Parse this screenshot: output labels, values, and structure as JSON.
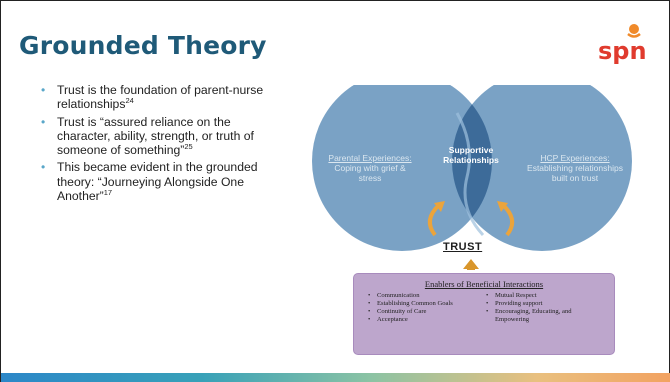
{
  "slide": {
    "title": "Grounded Theory",
    "logo_text": "spn",
    "bullets": [
      {
        "text": "Trust is the foundation of parent-nurse relationships",
        "sup": "24"
      },
      {
        "text": "Trust is “assured reliance on the character, ability, strength, or truth of someone of something”",
        "sup": "25"
      },
      {
        "text": "This became evident in the grounded theory: “Journeying Alongside One Another”",
        "sup": "17"
      }
    ]
  },
  "diagram": {
    "left_circle": {
      "title": "Parental Experiences:",
      "body": "Coping with grief & stress"
    },
    "center": {
      "title": "Supportive Relationships"
    },
    "right_circle": {
      "title": "HCP Experiences:",
      "body": "Establishing relationships built on trust"
    },
    "trust_label": "TRUST",
    "enablers": {
      "title": "Enablers of Beneficial Interactions",
      "left_items": [
        "Communication",
        "Establishing Common Goals",
        "Continuity of Care",
        "Acceptance"
      ],
      "right_items": [
        "Mutual Respect",
        "Providing support",
        "Encouraging, Educating, and Empowering"
      ]
    }
  },
  "colors": {
    "title": "#1f5a78",
    "bullet_marker": "#5aa7c9",
    "circle_fill": "#6c98bf",
    "overlap_fill": "#3d6b99",
    "arrow": "#eba43c",
    "enablers_box": "#bda6cc",
    "logo_red": "#e03b2e",
    "logo_orange": "#f08a2a"
  }
}
